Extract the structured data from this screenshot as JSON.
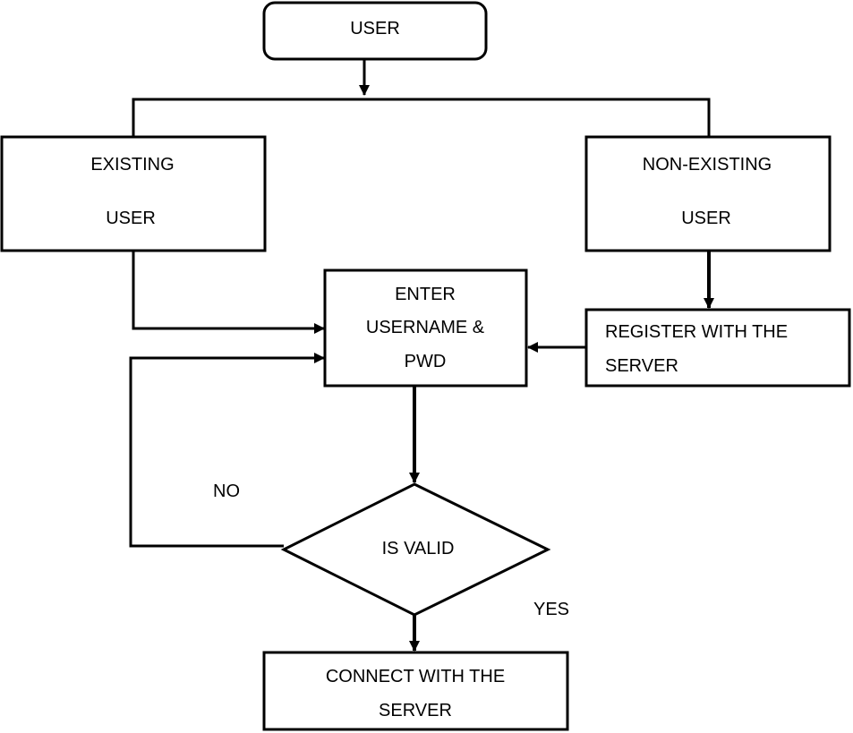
{
  "nodes": {
    "user": "USER",
    "existing_line1": "EXISTING",
    "existing_line2": "USER",
    "nonexisting_line1": "NON-EXISTING",
    "nonexisting_line2": "USER",
    "enter_line1": "ENTER",
    "enter_line2": "USERNAME &",
    "enter_line3": "PWD",
    "register_line1": "REGISTER WITH THE",
    "register_line2": "SERVER",
    "isvalid": "IS VALID",
    "connect_line1": "CONNECT WITH THE",
    "connect_line2": "SERVER"
  },
  "edge_labels": {
    "no": "NO",
    "yes": "YES"
  }
}
